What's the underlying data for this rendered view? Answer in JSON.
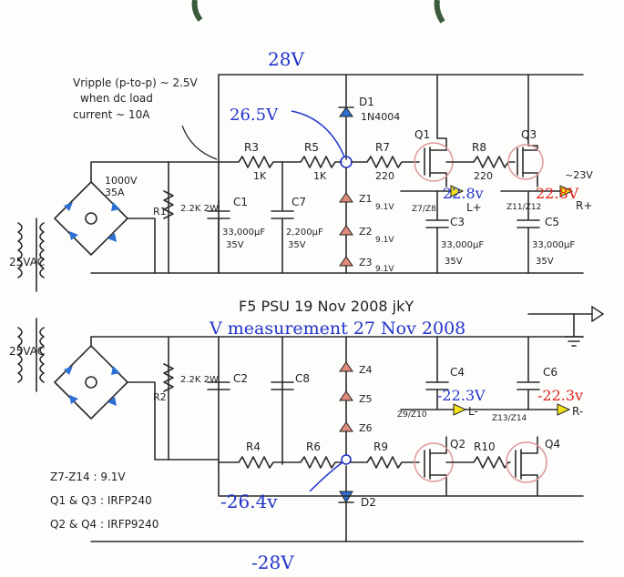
{
  "rails": {
    "pos": "28V",
    "neg": "-28V"
  },
  "measured": {
    "pos_node": "26.5V",
    "neg_node": "-26.4v",
    "q1_out": "22.8v",
    "q3_out": "22.8V",
    "q2_out": "-22.3V",
    "q4_out": "-22.3v",
    "approx": "~23V"
  },
  "ripple_note": [
    "Vripple (p-to-p) ~ 2.5V",
    "when dc load",
    "current ~ 10A"
  ],
  "transformer": {
    "top": "25VAC",
    "bottom": "25VAC"
  },
  "bridge": {
    "rating1": "1000V",
    "rating2": "35A"
  },
  "resistors": {
    "r1": "R1",
    "r1_val": "2.2K 2W",
    "r2": "R2",
    "r2_val": "2.2K 2W",
    "r3": "R3",
    "r3_val": "1K",
    "r4": "R4",
    "r5": "R5",
    "r5_val": "1K",
    "r6": "R6",
    "r7": "R7",
    "r7_val": "220",
    "r8": "R8",
    "r8_val": "220",
    "r9": "R9",
    "r10": "R10"
  },
  "caps": {
    "c1": "C1",
    "c1_val": "33,000µF",
    "c1_v": "35V",
    "c7": "C7",
    "c7_val": "2,200µF",
    "c7_v": "35V",
    "c3": "C3",
    "c3_val": "33,000µF",
    "c3_v": "35V",
    "c5": "C5",
    "c5_val": "33,000µF",
    "c5_v": "35V",
    "c2": "C2",
    "c8": "C8",
    "c4": "C4",
    "c6": "C6"
  },
  "zeners": {
    "z1": "Z1",
    "z2": "Z2",
    "z3": "Z3",
    "z_val": "9.1V",
    "z4": "Z4",
    "z5": "Z5",
    "z6": "Z6",
    "z78": "Z7/Z8",
    "z1112": "Z11/Z12",
    "z910": "Z9/Z10",
    "z1314": "Z13/Z14"
  },
  "diodes": {
    "d1": "D1",
    "d1_val": "1N4004",
    "d2": "D2"
  },
  "transistors": {
    "q1": "Q1",
    "q2": "Q2",
    "q3": "Q3",
    "q4": "Q4"
  },
  "outputs": {
    "lp": "L+",
    "rp": "R+",
    "lm": "L-",
    "rm": "R-"
  },
  "title": "F5 PSU 19 Nov 2008 jkY",
  "measurement_title": "V measurement 27 Nov 2008",
  "notes": [
    "Z7-Z14 : 9.1V",
    "Q1 & Q3 : IRFP240",
    "Q2 & Q4 : IRFP9240"
  ]
}
